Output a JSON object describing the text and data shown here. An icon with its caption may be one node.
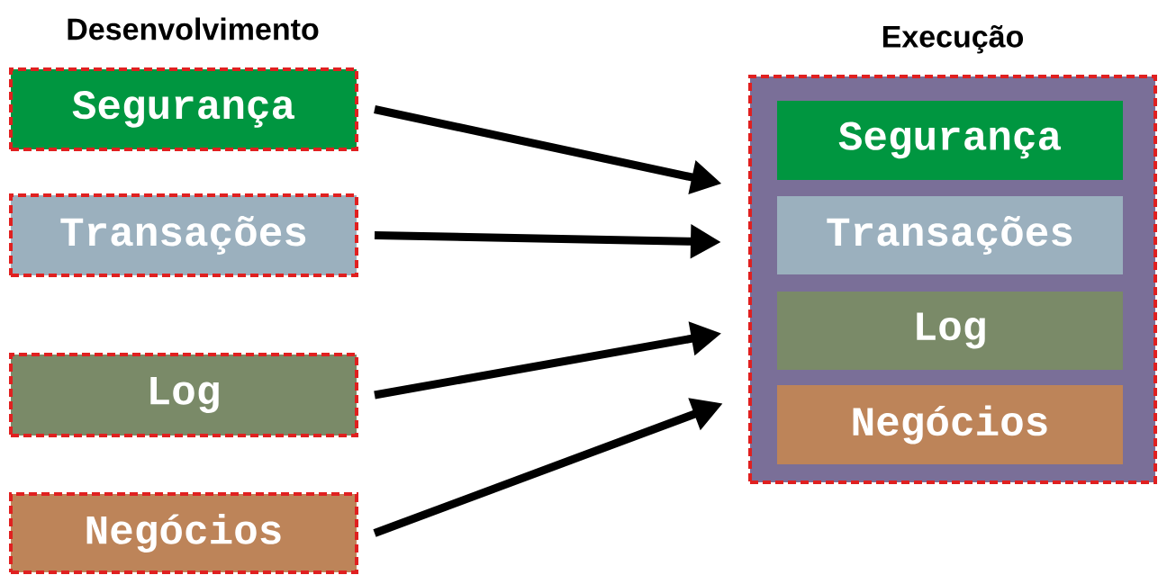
{
  "diagram": {
    "nodes": [
      {
        "text": [
          "Segurança"
        ]
      },
      {
        "text": [
          "Transações"
        ]
      },
      {
        "text": [
          "Log"
        ]
      },
      {
        "text": [
          "Negócios"
        ]
      },
      {
        "text": [
          "Execução"
        ]
      },
      {
        "text": [
          "Segurança"
        ],
        "in": 4
      },
      {
        "text": [
          "Transações"
        ],
        "in": 4
      },
      {
        "text": [
          "Log"
        ],
        "in": 4
      },
      {
        "text": [
          "Negócios"
        ],
        "in": 4
      }
    ],
    "edges": [
      {
        "from": 0,
        "to": 4,
        "arrow": "to"
      },
      {
        "from": 1,
        "to": 4,
        "arrow": "to"
      },
      {
        "from": 2,
        "to": 4,
        "arrow": "to"
      },
      {
        "from": 3,
        "to": 4,
        "arrow": "to"
      }
    ],
    "labels": [
      "Desenvolvimento"
    ]
  }
}
